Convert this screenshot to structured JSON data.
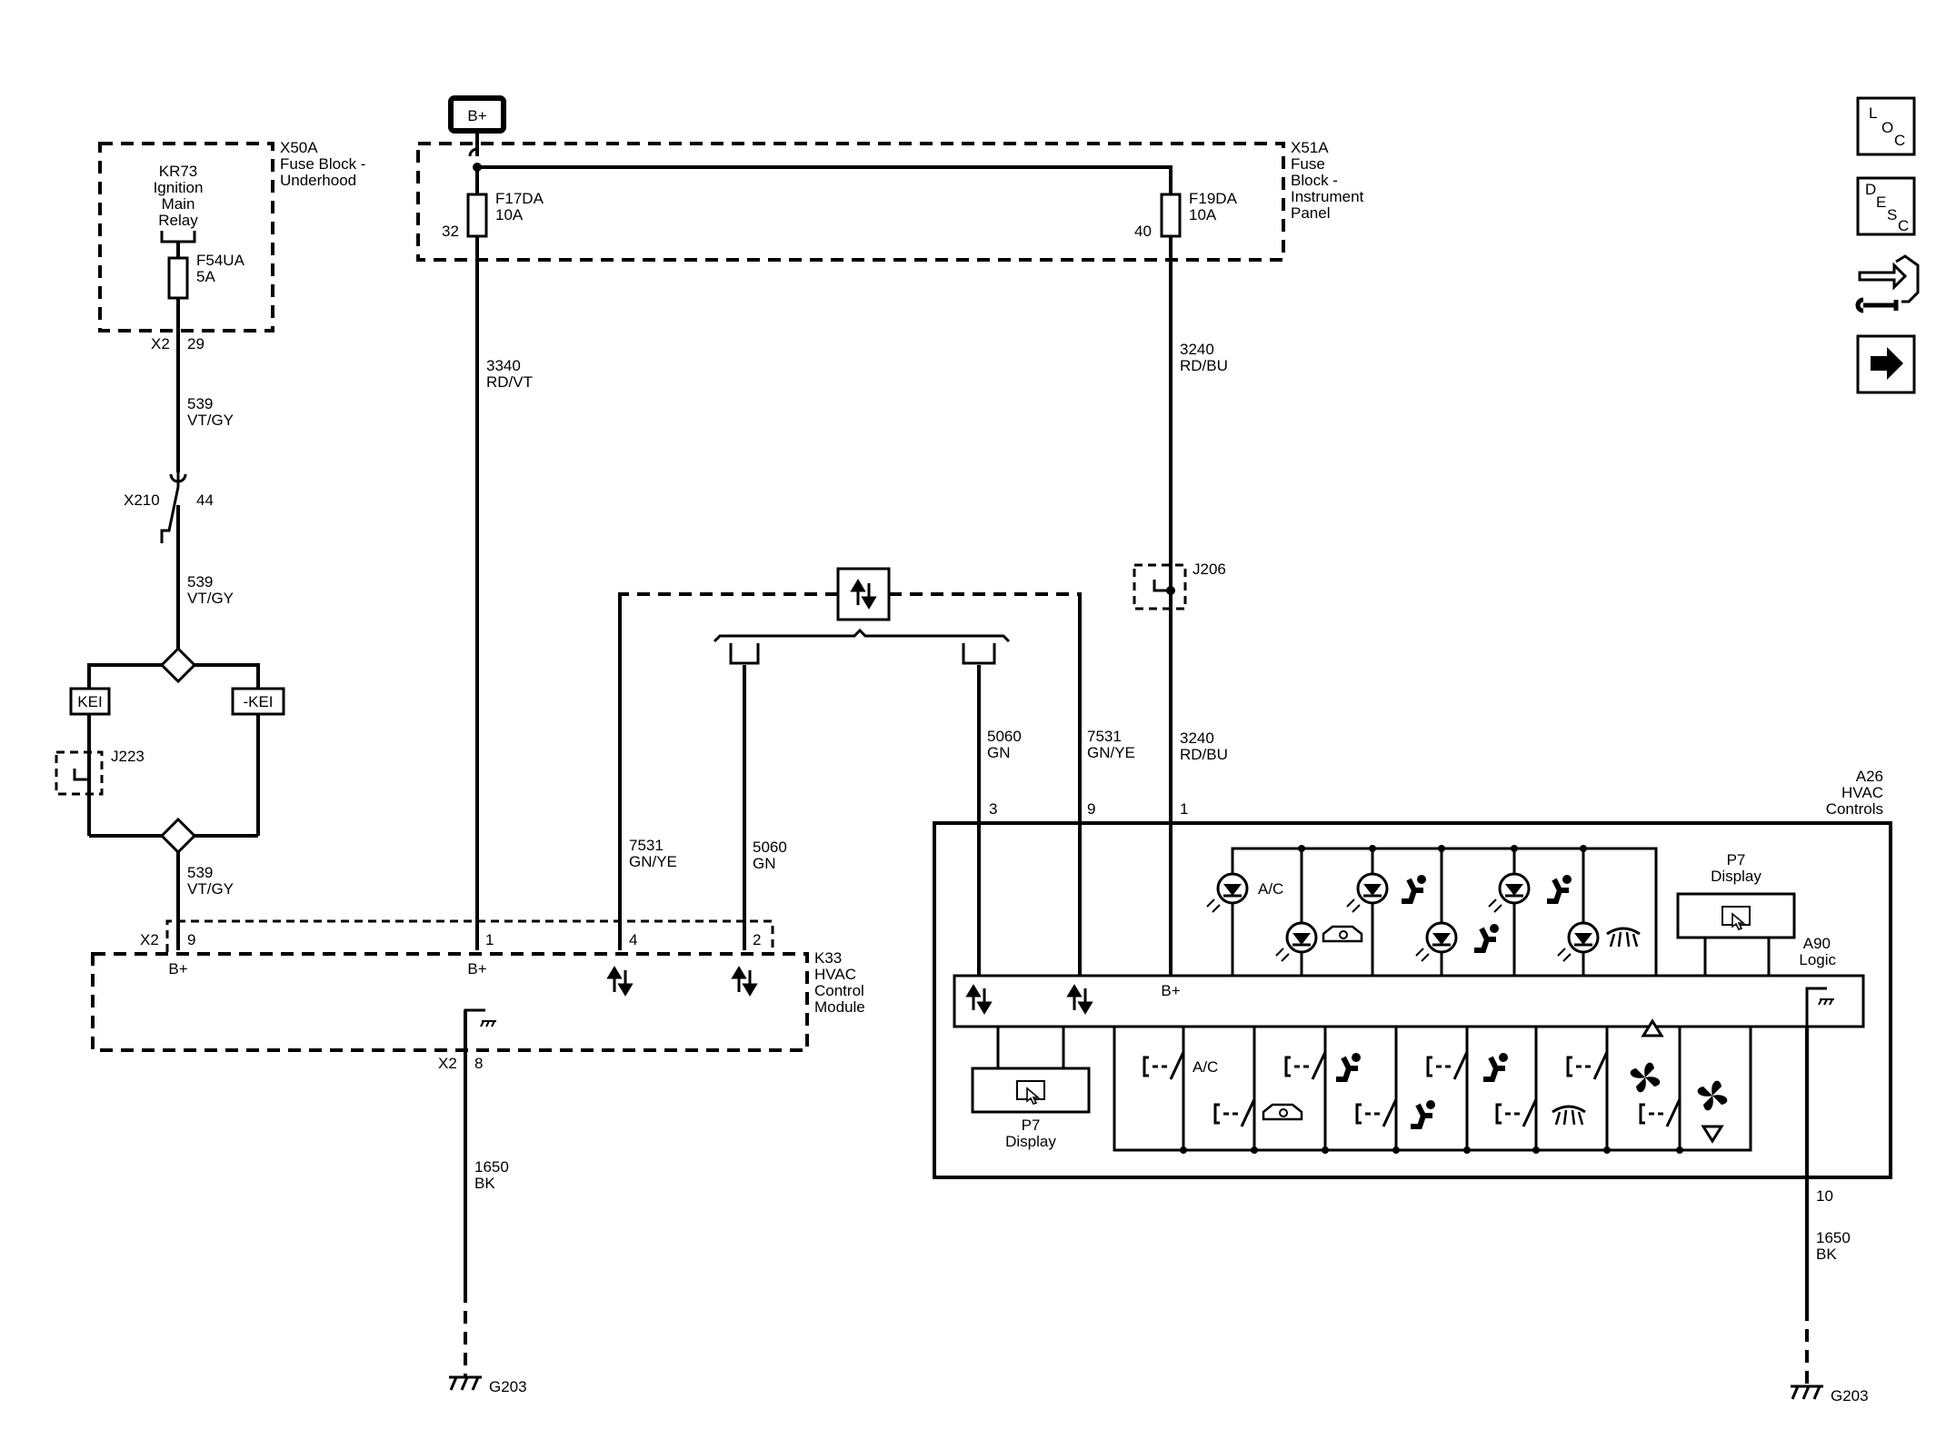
{
  "labels": {
    "bplus_source": "B+",
    "x50a_id": "X50A",
    "x50a_line1": "Fuse Block -",
    "x50a_line2": "Underhood",
    "kr73_id": "KR73",
    "kr73_line1": "Ignition",
    "kr73_line2": "Main",
    "kr73_line3": "Relay",
    "f54ua_name": "F54UA",
    "f54ua_rating": "5A",
    "x2_conn": "X2",
    "pin29": "29",
    "w539_num": "539",
    "w539_color": "VT/GY",
    "x210": "X210",
    "pin44": "44",
    "kei": "KEI",
    "nokei": "-KEI",
    "j223": "J223",
    "x51a_id": "X51A",
    "x51a_line1": "Fuse",
    "x51a_line2": "Block -",
    "x51a_line3": "Instrument",
    "x51a_line4": "Panel",
    "f17da_name": "F17DA",
    "f17da_rating": "10A",
    "pin32": "32",
    "f19da_name": "F19DA",
    "f19da_rating": "10A",
    "pin40": "40",
    "w3340_num": "3340",
    "w3340_color": "RD/VT",
    "w3240_num": "3240",
    "w3240_color": "RD/BU",
    "j206": "J206",
    "w5060_num": "5060",
    "w5060_color": "GN",
    "w7531_num": "7531",
    "w7531_color": "GN/YE",
    "pin3": "3",
    "pin9": "9",
    "pin1": "1",
    "pin4": "4",
    "pin2": "2",
    "pin8": "8",
    "pin10": "10",
    "a26_id": "A26",
    "a26_line1": "HVAC",
    "a26_line2": "Controls",
    "k33_id": "K33",
    "k33_line1": "HVAC",
    "k33_line2": "Control",
    "k33_line3": "Module",
    "bplus": "B+",
    "w1650_num": "1650",
    "w1650_color": "BK",
    "g203": "G203",
    "p7_id": "P7",
    "p7_name": "Display",
    "a90_id": "A90",
    "a90_name": "Logic",
    "ac": "A/C"
  },
  "nav_buttons": [
    {
      "id": "loc",
      "letters": [
        "L",
        "O",
        "C"
      ],
      "icon": "loc-icon"
    },
    {
      "id": "desc",
      "letters": [
        "D",
        "E",
        "S",
        "C"
      ],
      "icon": "desc-icon"
    },
    {
      "id": "service",
      "icon": "wrench-vehicle-icon"
    },
    {
      "id": "next",
      "icon": "arrow-right-icon"
    }
  ]
}
